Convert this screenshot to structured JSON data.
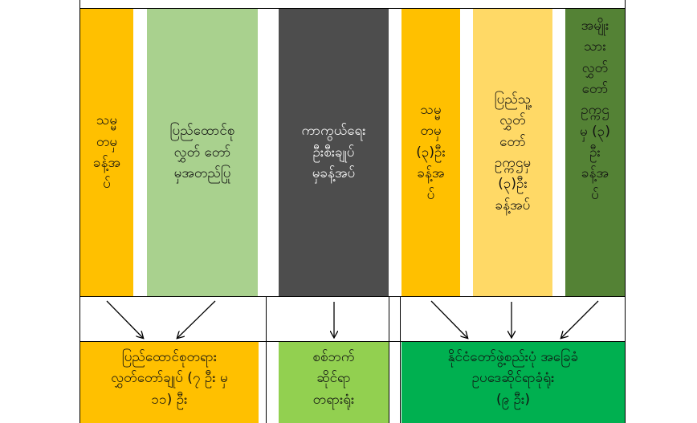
{
  "top_boxes": [
    {
      "text": "သမ္မ\nတမှ\nခန့်အ\nပ်",
      "color": "#FFC000"
    },
    {
      "text": "ပြည်ထောင်စု\nလွှတ် တော်\nမှအတည်ပြု",
      "color": "#A9D18E"
    },
    {
      "text": "ကာကွယ်ရေး\nဦးစီးချုပ်\nမှခန့်အပ်",
      "color": "#4D4D4D",
      "text_color": "#FFFFFF"
    },
    {
      "text": "သမ္မ\nတမှ\n(၃)ဦး\nခန့်အ\nပ်",
      "color": "#FFC000"
    },
    {
      "text": "ပြည်သူ့\nလွှတ်\nတော်\nဥက္ကဌမှ\n(၃)ဦး\nခန့်အပ်",
      "color": "#FFD966"
    },
    {
      "text": "အမျိုး\nသား\nလွှတ်\nတော်\nဥက္ကဌ\nမှ (၃)\nဦး\nခန့်အ\nပ်",
      "color": "#548235"
    }
  ],
  "bottom_boxes": [
    {
      "text": "ပြည်ထောင်စုတရား\nလွှတ်တော်ချုပ် (၇ ဦး မှ\n၁၁) ဦး",
      "color": "#FFC000"
    },
    {
      "text": "စစ်ဘက်\nဆိုင်ရာ\nတရားရုံး",
      "color": "#92D050"
    },
    {
      "text": "နိုင်ငံတော်ဖွဲ့စည်းပုံ အခြေခံ\nဥပဒေဆိုင်ရာခုံရုံး\n(၉ ဦး)",
      "color": "#00B050"
    }
  ]
}
